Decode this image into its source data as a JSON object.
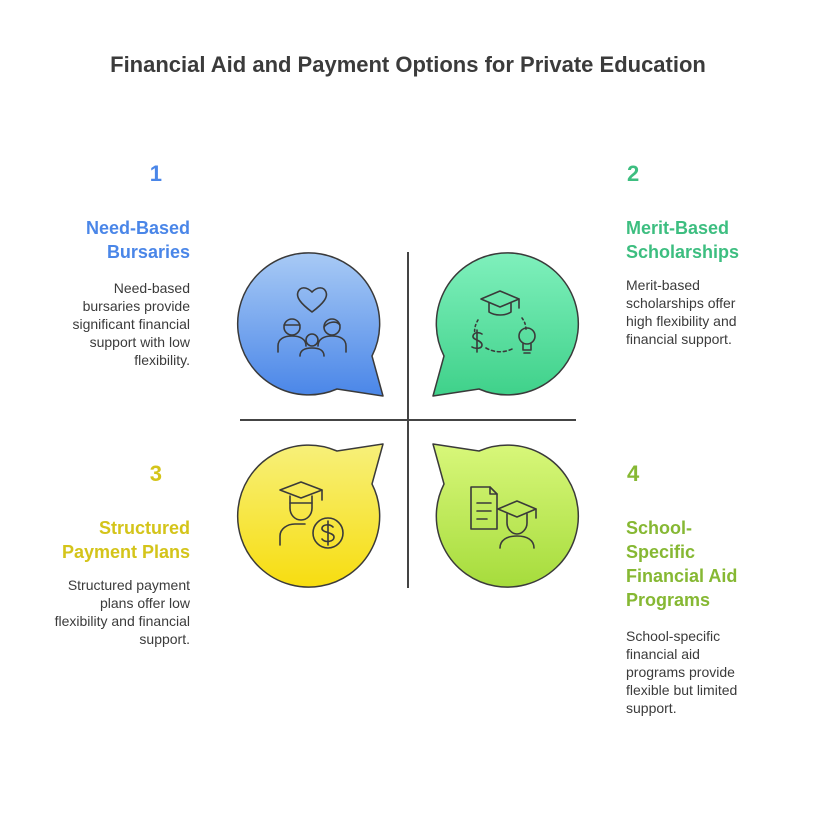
{
  "title": "Financial Aid and Payment Options for Private Education",
  "colors": {
    "blue": "#4A86E8",
    "green": "#3DBE80",
    "yellow": "#D4C41A",
    "lime": "#86B833",
    "text": "#3b3b3b"
  },
  "items": [
    {
      "number": "1",
      "heading": "Need-Based Bursaries",
      "description": "Need-based bursaries provide significant financial support with low flexibility.",
      "icon": "family-heart-icon"
    },
    {
      "number": "2",
      "heading": "Merit-Based Scholarships",
      "description": "Merit-based scholarships offer high flexibility and financial support.",
      "icon": "graduate-money-idea-cycle-icon"
    },
    {
      "number": "3",
      "heading": "Structured Payment Plans",
      "description": "Structured payment plans offer low flexibility and financial support.",
      "icon": "graduate-dollar-icon"
    },
    {
      "number": "4",
      "heading": "School-Specific Financial Aid Programs",
      "description": "School-specific financial aid programs provide flexible but limited support.",
      "icon": "document-graduate-icon"
    }
  ]
}
